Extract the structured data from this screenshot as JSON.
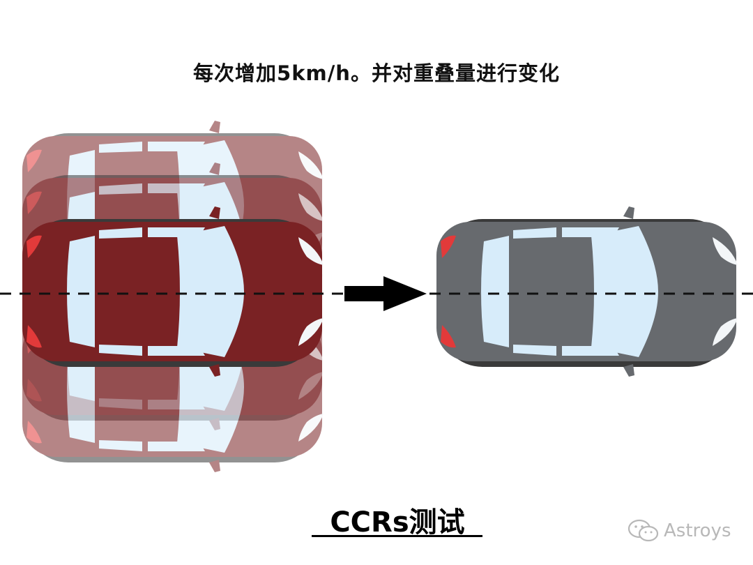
{
  "caption": "每次增加5km/h。并对重叠量进行变化",
  "title": "CCRs测试",
  "watermark": "Astroys",
  "diagram": {
    "subject_car_color": "#7a2224",
    "target_car_color": "#676a6e",
    "glass_color": "#d7ecfa",
    "taillight_color": "#e23a3a",
    "centerline": "dashed",
    "direction_arrow": "right"
  }
}
